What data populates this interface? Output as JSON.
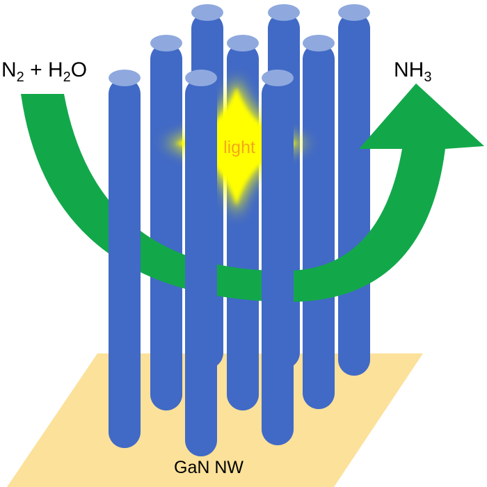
{
  "labels": {
    "reactants": {
      "prefix": "N",
      "sub1": "2",
      "middle": " + H",
      "sub2": "2",
      "suffix": "O"
    },
    "product": {
      "prefix": "NH",
      "sub": "3"
    },
    "light": "light",
    "substrate": "GaN NW"
  },
  "colors": {
    "substrate": "#FBE19A",
    "nanowire": "#4169C6",
    "nanowire_top": "#8FA9DE",
    "arrow": "#12A84A",
    "light_core": "#FFFF00",
    "light_text": "#F2A81C"
  },
  "nanowire_count": 9
}
